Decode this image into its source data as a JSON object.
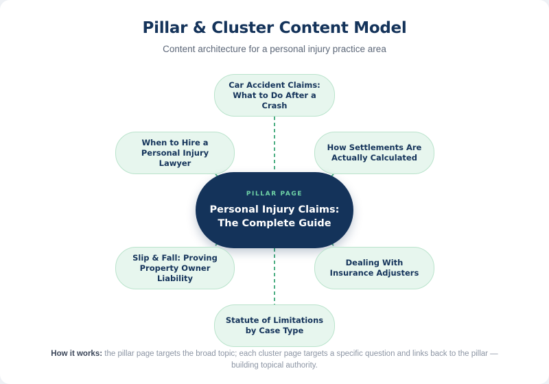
{
  "title": "Pillar & Cluster Content Model",
  "subtitle": "Content architecture for a personal injury practice area",
  "pillar": {
    "label": "PILLAR PAGE",
    "title": "Personal Injury Claims: The Complete Guide"
  },
  "clusters": {
    "top": "Car Accident Claims: What to Do After a Crash",
    "upper_left": "When to Hire a Personal Injury Lawyer",
    "upper_right": "How Settlements Are Actually Calculated",
    "lower_left": "Slip & Fall: Proving Property Owner Liability",
    "lower_right": "Dealing With Insurance Adjusters",
    "bottom": "Statute of Limitations by Case Type"
  },
  "footer": {
    "lead": "How it works:",
    "text": " the pillar page targets the broad topic; each cluster page targets a specific question and links back to the pillar — building topical authority."
  },
  "colors": {
    "navy": "#14335a",
    "cluster_fill": "#e7f6ee",
    "cluster_border": "#b9e3cb",
    "connector": "#4cae83",
    "pillar_label": "#6fd3a6"
  }
}
